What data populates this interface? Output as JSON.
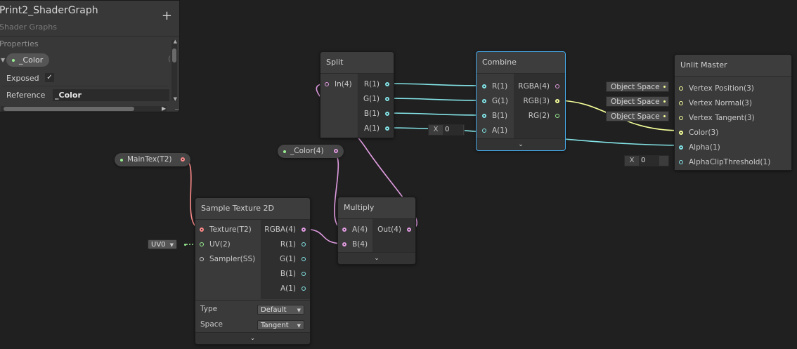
{
  "blackboard": {
    "title": "Print2_ShaderGraph",
    "subtitle": "Shader Graphs",
    "add_label": "+",
    "section_label": "Properties",
    "property_name": "_Color",
    "exposed_label": "Exposed",
    "exposed_check": "✓",
    "reference_label": "Reference",
    "reference_value": "_Color",
    "paren_glyph": "("
  },
  "split": {
    "title": "Split",
    "inputs": [
      "In(4)"
    ],
    "outputs": [
      "R(1)",
      "G(1)",
      "B(1)",
      "A(1)"
    ]
  },
  "combine": {
    "title": "Combine",
    "inputs": [
      "R(1)",
      "G(1)",
      "B(1)",
      "A(1)"
    ],
    "outputs": [
      "RGBA(4)",
      "RGB(3)",
      "RG(2)"
    ],
    "a_default": {
      "axis": "X",
      "value": "0"
    }
  },
  "unlit": {
    "title": "Unlit Master",
    "inputs": [
      "Vertex Position(3)",
      "Vertex Normal(3)",
      "Vertex Tangent(3)",
      "Color(3)",
      "Alpha(1)",
      "AlphaClipThreshold(1)"
    ],
    "space_fields": [
      "Object Space",
      "Object Space",
      "Object Space"
    ],
    "alphaclip_default": {
      "axis": "X",
      "value": "0"
    }
  },
  "maintex": {
    "label": "MainTex(T2)"
  },
  "color_prop": {
    "label": "_Color(4)"
  },
  "sample": {
    "title": "Sample Texture 2D",
    "inputs": [
      "Texture(T2)",
      "UV(2)",
      "Sampler(SS)"
    ],
    "outputs": [
      "RGBA(4)",
      "R(1)",
      "G(1)",
      "B(1)",
      "A(1)"
    ],
    "type_label": "Type",
    "type_value": "Default",
    "space_label": "Space",
    "space_value": "Tangent",
    "uv_default": "UV0"
  },
  "multiply": {
    "title": "Multiply",
    "inputs": [
      "A(4)",
      "B(4)"
    ],
    "outputs": [
      "Out(4)"
    ]
  },
  "glyphs": {
    "expand": "⌄",
    "arrow_down": "▼",
    "arrow_up": "▲",
    "arrow_right": "▶"
  }
}
